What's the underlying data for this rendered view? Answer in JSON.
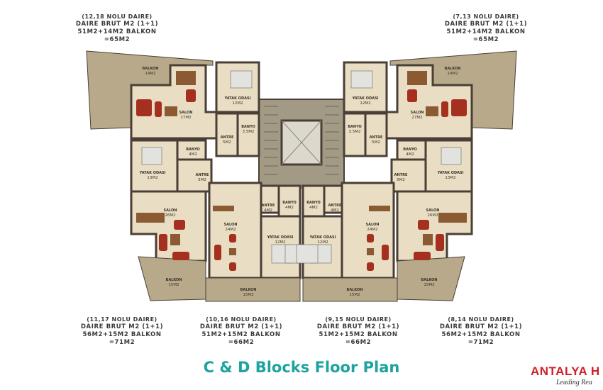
{
  "captions": [
    {
      "unit": "(12,18 NOLU DAIRE)",
      "type": "DAIRE BRUT M2 (1+1)",
      "area": "51M2+14M2 BALKON",
      "total": "=65M2"
    },
    {
      "unit": "(7,13 NOLU DAIRE)",
      "type": "DAIRE BRUT M2 (1+1)",
      "area": "51M2+14M2 BALKON",
      "total": "=65M2"
    },
    {
      "unit": "(11,17 NOLU DAIRE)",
      "type": "DAIRE BRUT M2 (1+1)",
      "area": "56M2+15M2 BALKON",
      "total": "=71M2"
    },
    {
      "unit": "(10,16 NOLU DAIRE)",
      "type": "DAIRE BRUT M2 (1+1)",
      "area": "51M2+15M2 BALKON",
      "total": "=66M2"
    },
    {
      "unit": "(9,15 NOLU DAIRE)",
      "type": "DAIRE BRUT M2 (1+1)",
      "area": "51M2+15M2 BALKON",
      "total": "=66M2"
    },
    {
      "unit": "(8,14 NOLU DAIRE)",
      "type": "DAIRE BRUT M2 (1+1)",
      "area": "56M2+15M2 BALKON",
      "total": "=71M2"
    }
  ],
  "rooms": {
    "left": [
      {
        "name": "BALKON",
        "area": "14M2"
      },
      {
        "name": "SALON",
        "area": "27M2"
      },
      {
        "name": "YATAK ODASI",
        "area": "12M2"
      },
      {
        "name": "BANYO",
        "area": "3.5M2"
      },
      {
        "name": "ANTRE",
        "area": "5M2"
      },
      {
        "name": "YATAK ODASI",
        "area": "13M2"
      },
      {
        "name": "BANYO",
        "area": "4M2"
      },
      {
        "name": "ANTRE",
        "area": "5M2"
      },
      {
        "name": "SALON",
        "area": "26M2"
      },
      {
        "name": "BALKON",
        "area": "15M2"
      },
      {
        "name": "SALON",
        "area": "24M2"
      },
      {
        "name": "ANTRE",
        "area": "4M2"
      },
      {
        "name": "BANYO",
        "area": "4M2"
      },
      {
        "name": "YATAK ODASI",
        "area": "12M2"
      },
      {
        "name": "BALKON",
        "area": "15M2"
      }
    ],
    "right": [
      {
        "name": "BALKON",
        "area": "14M2"
      },
      {
        "name": "SALON",
        "area": "27M2"
      },
      {
        "name": "YATAK ODASI",
        "area": "12M2"
      },
      {
        "name": "BANYO",
        "area": "3.5M2"
      },
      {
        "name": "ANTRE",
        "area": "5M2"
      },
      {
        "name": "YATAK ODASI",
        "area": "13M2"
      },
      {
        "name": "BANYO",
        "area": "4M2"
      },
      {
        "name": "ANTRE",
        "area": "5M2"
      },
      {
        "name": "SALON",
        "area": "26M2"
      },
      {
        "name": "BALKON",
        "area": "15M2"
      },
      {
        "name": "SALON",
        "area": "24M2"
      },
      {
        "name": "ANTRE",
        "area": "4M2"
      },
      {
        "name": "BANYO",
        "area": "4M2"
      },
      {
        "name": "YATAK ODASI",
        "area": "12M2"
      },
      {
        "name": "BALKON",
        "area": "15M2"
      }
    ]
  },
  "title": "C & D Blocks Floor Plan",
  "logo": {
    "name": "ANTALYA H",
    "tagline": "Leading Rea"
  },
  "colors": {
    "floor": "#e9dec3",
    "balcony": "#b8a98a",
    "wall": "#4a3f36",
    "core": "#a39a86",
    "furniture": "#a5301f",
    "wood": "#8b5a32",
    "title": "#1fa39f",
    "logo": "#d0202a"
  }
}
